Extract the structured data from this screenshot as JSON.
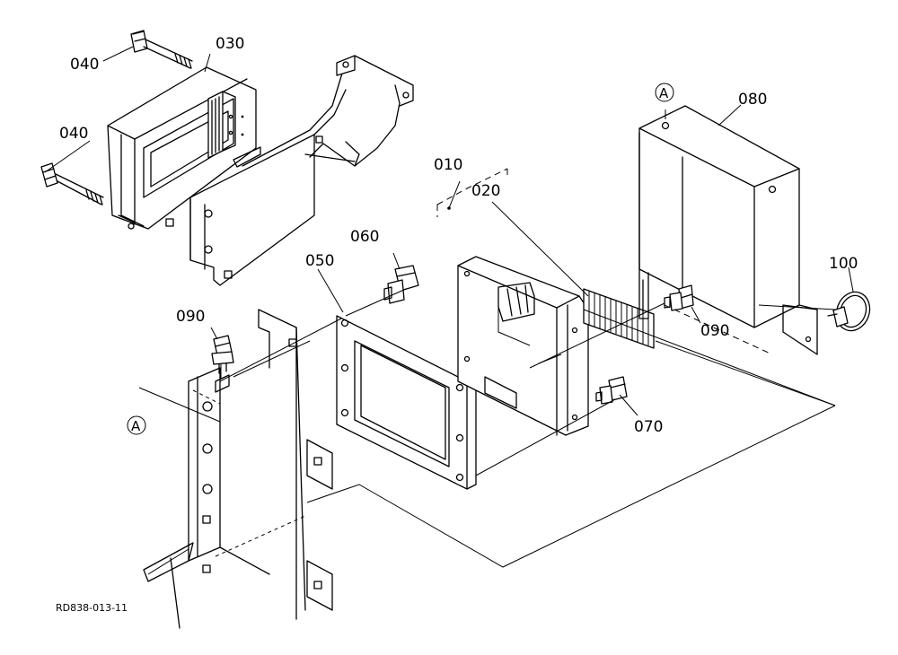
{
  "drawing_code": "RD838-013-11",
  "parts": [
    {
      "id": "part-010",
      "label": "010"
    },
    {
      "id": "part-020",
      "label": "020"
    },
    {
      "id": "part-030",
      "label": "030"
    },
    {
      "id": "part-040-top",
      "label": "040"
    },
    {
      "id": "part-040-bottom",
      "label": "040"
    },
    {
      "id": "part-050",
      "label": "050"
    },
    {
      "id": "part-060",
      "label": "060"
    },
    {
      "id": "part-070",
      "label": "070"
    },
    {
      "id": "part-080",
      "label": "080"
    },
    {
      "id": "part-090-left",
      "label": "090"
    },
    {
      "id": "part-090-right",
      "label": "090"
    },
    {
      "id": "part-100",
      "label": "100"
    }
  ],
  "reference_marks": [
    {
      "id": "ref-a-top",
      "label": "A"
    },
    {
      "id": "ref-a-left",
      "label": "A"
    }
  ]
}
